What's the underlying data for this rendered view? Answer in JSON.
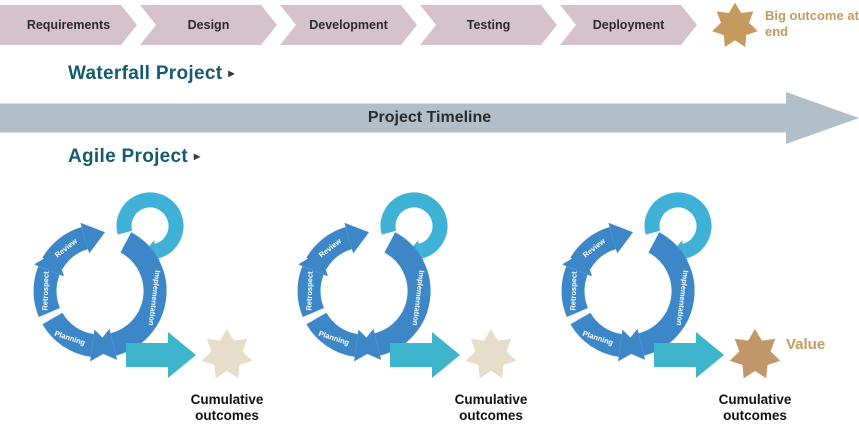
{
  "waterfall": {
    "label": "Waterfall Project",
    "marker": "▸",
    "stages": [
      "Requirements",
      "Design",
      "Development",
      "Testing",
      "Deployment"
    ],
    "big_outcome": "Big outcome at end"
  },
  "timeline": {
    "label": "Project Timeline"
  },
  "agile": {
    "label": "Agile Project",
    "marker": "▸",
    "value_label": "Value",
    "cycles": [
      {
        "planning": "Planning",
        "retrospect": "Retrospect",
        "review": "Review",
        "implementation": "Implementation",
        "caption": "Cumulative outcomes"
      },
      {
        "planning": "Planning",
        "retrospect": "Retrospect",
        "review": "Review",
        "implementation": "Implementation",
        "caption": "Cumulative outcomes"
      },
      {
        "planning": "Planning",
        "retrospect": "Retrospect",
        "review": "Review",
        "implementation": "Implementation",
        "caption": "Cumulative outcomes"
      }
    ]
  },
  "colors": {
    "chevron": "#d6c2cb",
    "gold": "#c49a5f",
    "heading_teal": "#155a70",
    "timeline_gray": "#b3bfc8",
    "cycle_blue": "#3d87c8",
    "cycle_teal": "#3eb5cc",
    "star_light": "#e7ddcb",
    "star_dark": "#bf9768"
  }
}
